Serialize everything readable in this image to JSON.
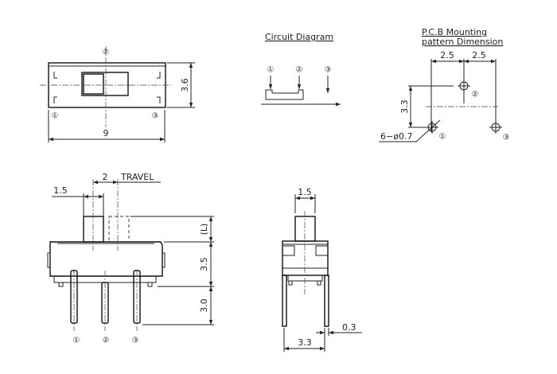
{
  "top_view": {
    "pin_labels": [
      "①",
      "②",
      "③"
    ],
    "width_dim": "9",
    "height_dim": "3.6"
  },
  "circuit": {
    "title": "Circuit Diagram",
    "pin_labels": [
      "①",
      "②",
      "③"
    ]
  },
  "pcb": {
    "title_line1": "P.C.B Mounting",
    "title_line2": "pattern Dimension",
    "pitch_left": "2.5",
    "pitch_right": "2.5",
    "row_spacing": "3.3",
    "hole_spec": "6−ø0.7",
    "pin_labels": [
      "①",
      "②",
      "③"
    ]
  },
  "front_view": {
    "actuator_width": "1.5",
    "travel": "2",
    "travel_label": "TRAVEL",
    "actuator_height": "(L)",
    "body_height": "3.5",
    "pin_length": "3.0",
    "pin_labels": [
      "①",
      "②",
      "③"
    ]
  },
  "side_view": {
    "actuator_width": "1.5",
    "pin_thickness": "0.3",
    "pin_span": "3.3"
  }
}
